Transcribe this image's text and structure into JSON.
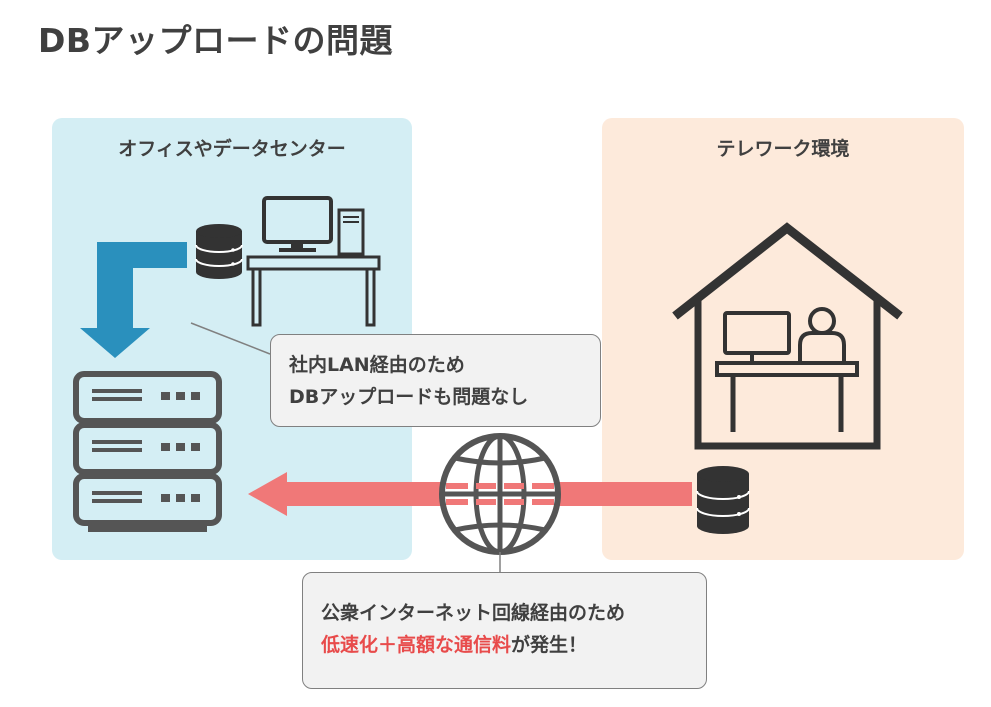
{
  "title": "DBアップロードの問題",
  "office": {
    "title": "オフィスやデータセンター"
  },
  "home": {
    "title": "テレワーク環境"
  },
  "callout_lan": {
    "line1": "社内LAN経由のため",
    "line2": "DBアップロードも問題なし"
  },
  "callout_internet": {
    "line1": "公衆インターネット回線経由のため",
    "line2_highlight": "低速化＋高額な通信料",
    "line2_rest": "が発生！"
  },
  "icons": {
    "office_database": "database-icon",
    "office_desk": "desk-computer-icon",
    "server": "server-rack-icon",
    "globe": "globe-icon",
    "house": "house-worker-icon",
    "home_database": "database-icon"
  },
  "colors": {
    "office_bg": "#d4eef4",
    "home_bg": "#fdeadb",
    "blue_arrow": "#2a90bd",
    "red_arrow": "#f07878",
    "highlight_text": "#e84b4b",
    "icon_dark": "#333333"
  }
}
